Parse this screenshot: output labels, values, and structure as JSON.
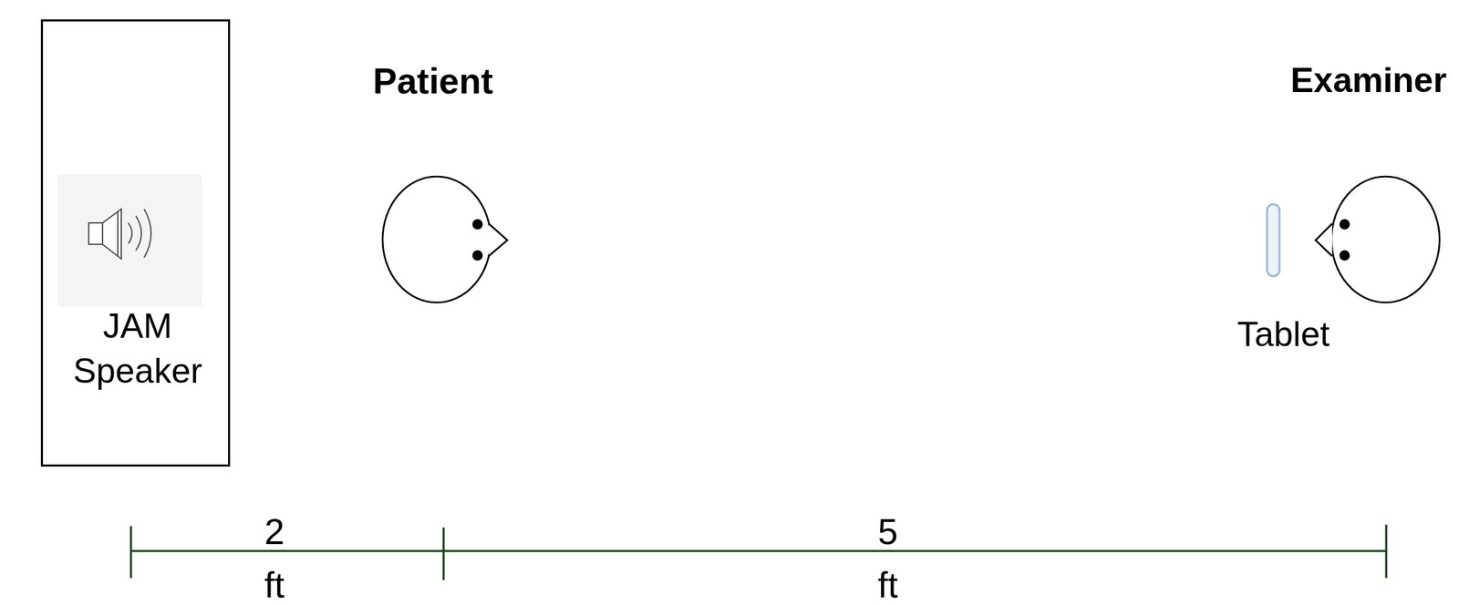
{
  "diagram": {
    "nodes": [
      {
        "text": [
          "JAM Speaker"
        ]
      },
      {
        "text": [
          "Patient"
        ]
      },
      {
        "text": [
          "Examiner"
        ]
      },
      {
        "text": [
          "Tablet"
        ]
      }
    ],
    "labels": [
      "2 ft",
      "5 ft"
    ]
  }
}
